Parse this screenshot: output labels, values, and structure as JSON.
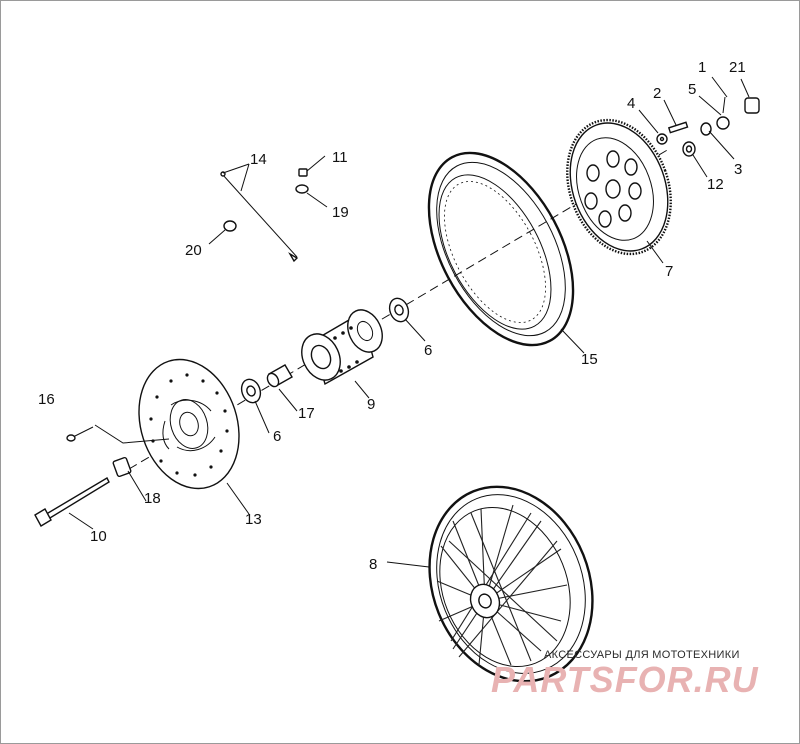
{
  "callouts": [
    {
      "id": "c1",
      "text": "1"
    },
    {
      "id": "c2",
      "text": "2"
    },
    {
      "id": "c3",
      "text": "3"
    },
    {
      "id": "c4",
      "text": "4"
    },
    {
      "id": "c5",
      "text": "5"
    },
    {
      "id": "c6a",
      "text": "6"
    },
    {
      "id": "c6b",
      "text": "6"
    },
    {
      "id": "c7",
      "text": "7"
    },
    {
      "id": "c8",
      "text": "8"
    },
    {
      "id": "c9",
      "text": "9"
    },
    {
      "id": "c10",
      "text": "10"
    },
    {
      "id": "c11",
      "text": "11"
    },
    {
      "id": "c12",
      "text": "12"
    },
    {
      "id": "c13",
      "text": "13"
    },
    {
      "id": "c14",
      "text": "14"
    },
    {
      "id": "c15",
      "text": "15"
    },
    {
      "id": "c16",
      "text": "16"
    },
    {
      "id": "c17",
      "text": "17"
    },
    {
      "id": "c18",
      "text": "18"
    },
    {
      "id": "c19",
      "text": "19"
    },
    {
      "id": "c20",
      "text": "20"
    },
    {
      "id": "c21",
      "text": "21"
    }
  ],
  "watermark": {
    "caption": "АКСЕССУАРЫ ДЛЯ МОТОТЕХНИКИ",
    "logo": "PARTSFOR.RU"
  }
}
